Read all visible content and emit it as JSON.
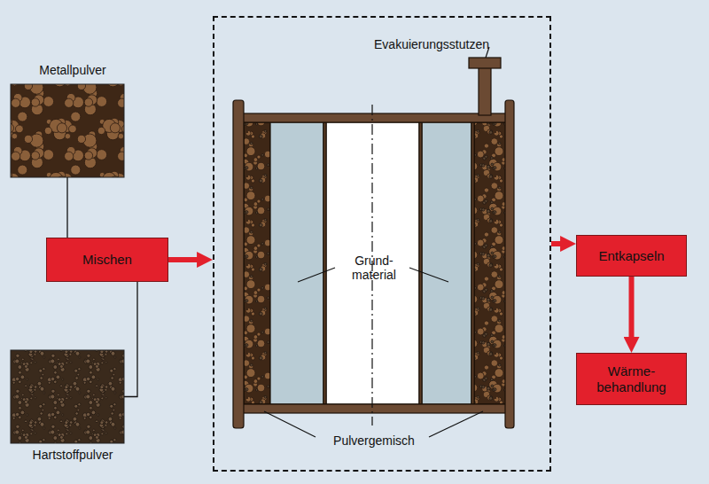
{
  "diagram": {
    "nodes": [
      {
        "text": [
          "Metallpulver"
        ]
      },
      {
        "text": [
          "Hartstoffpulver"
        ]
      },
      {
        "text": [
          "Mischen"
        ]
      },
      {
        "text": [
          "Evakuierungsstutzen",
          "Grund- material",
          "Pulvergemisch"
        ]
      },
      {
        "text": [
          "Entkapseln"
        ]
      },
      {
        "text": [
          "Wärme- behandlung"
        ]
      }
    ],
    "edges": [
      {
        "from": 0,
        "to": 2,
        "arrow": "none"
      },
      {
        "from": 1,
        "to": 2,
        "arrow": "none"
      },
      {
        "from": 2,
        "to": 3,
        "arrow": "to"
      },
      {
        "from": 3,
        "to": 4,
        "arrow": "to"
      },
      {
        "from": 4,
        "to": 5,
        "arrow": "to"
      }
    ]
  }
}
